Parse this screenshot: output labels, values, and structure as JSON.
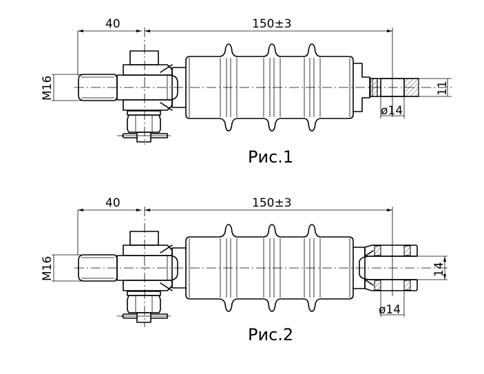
{
  "figures": [
    {
      "id": "fig1",
      "caption": "Рис.1",
      "end_fitting": "eye",
      "dimensions": {
        "left_length": "40",
        "total_length": "150±3",
        "thread": "M16",
        "hole_diameter": "ø14",
        "eye_thickness": "11"
      }
    },
    {
      "id": "fig2",
      "caption": "Рис.2",
      "end_fitting": "clevis",
      "dimensions": {
        "left_length": "40",
        "total_length": "150±3",
        "thread": "M16",
        "hole_diameter": "ø14",
        "slot_width": "14"
      }
    }
  ],
  "colors": {
    "line": "#000000",
    "background": "#ffffff"
  }
}
